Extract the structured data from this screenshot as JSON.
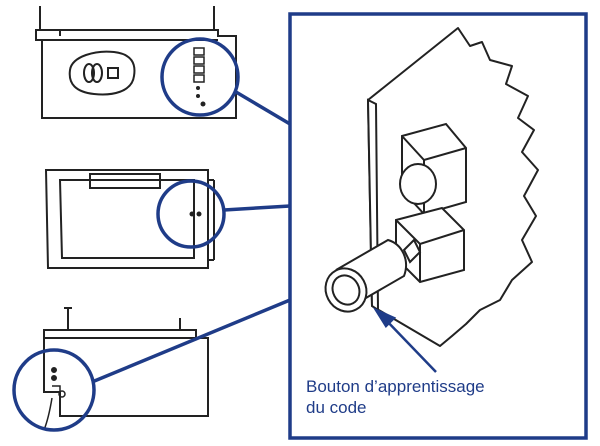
{
  "diagram": {
    "callout_label_line1": "Bouton d’apprentissage",
    "callout_label_line2": "du code",
    "colors": {
      "accent": "#1f3c88",
      "line": "#222222",
      "background": "#ffffff"
    },
    "units": [
      "top-opener-unit",
      "middle-opener-unit",
      "bottom-opener-unit"
    ],
    "icons": [
      "learn-button-icon",
      "indicator-led-icon",
      "pointer-arrow-icon"
    ]
  }
}
